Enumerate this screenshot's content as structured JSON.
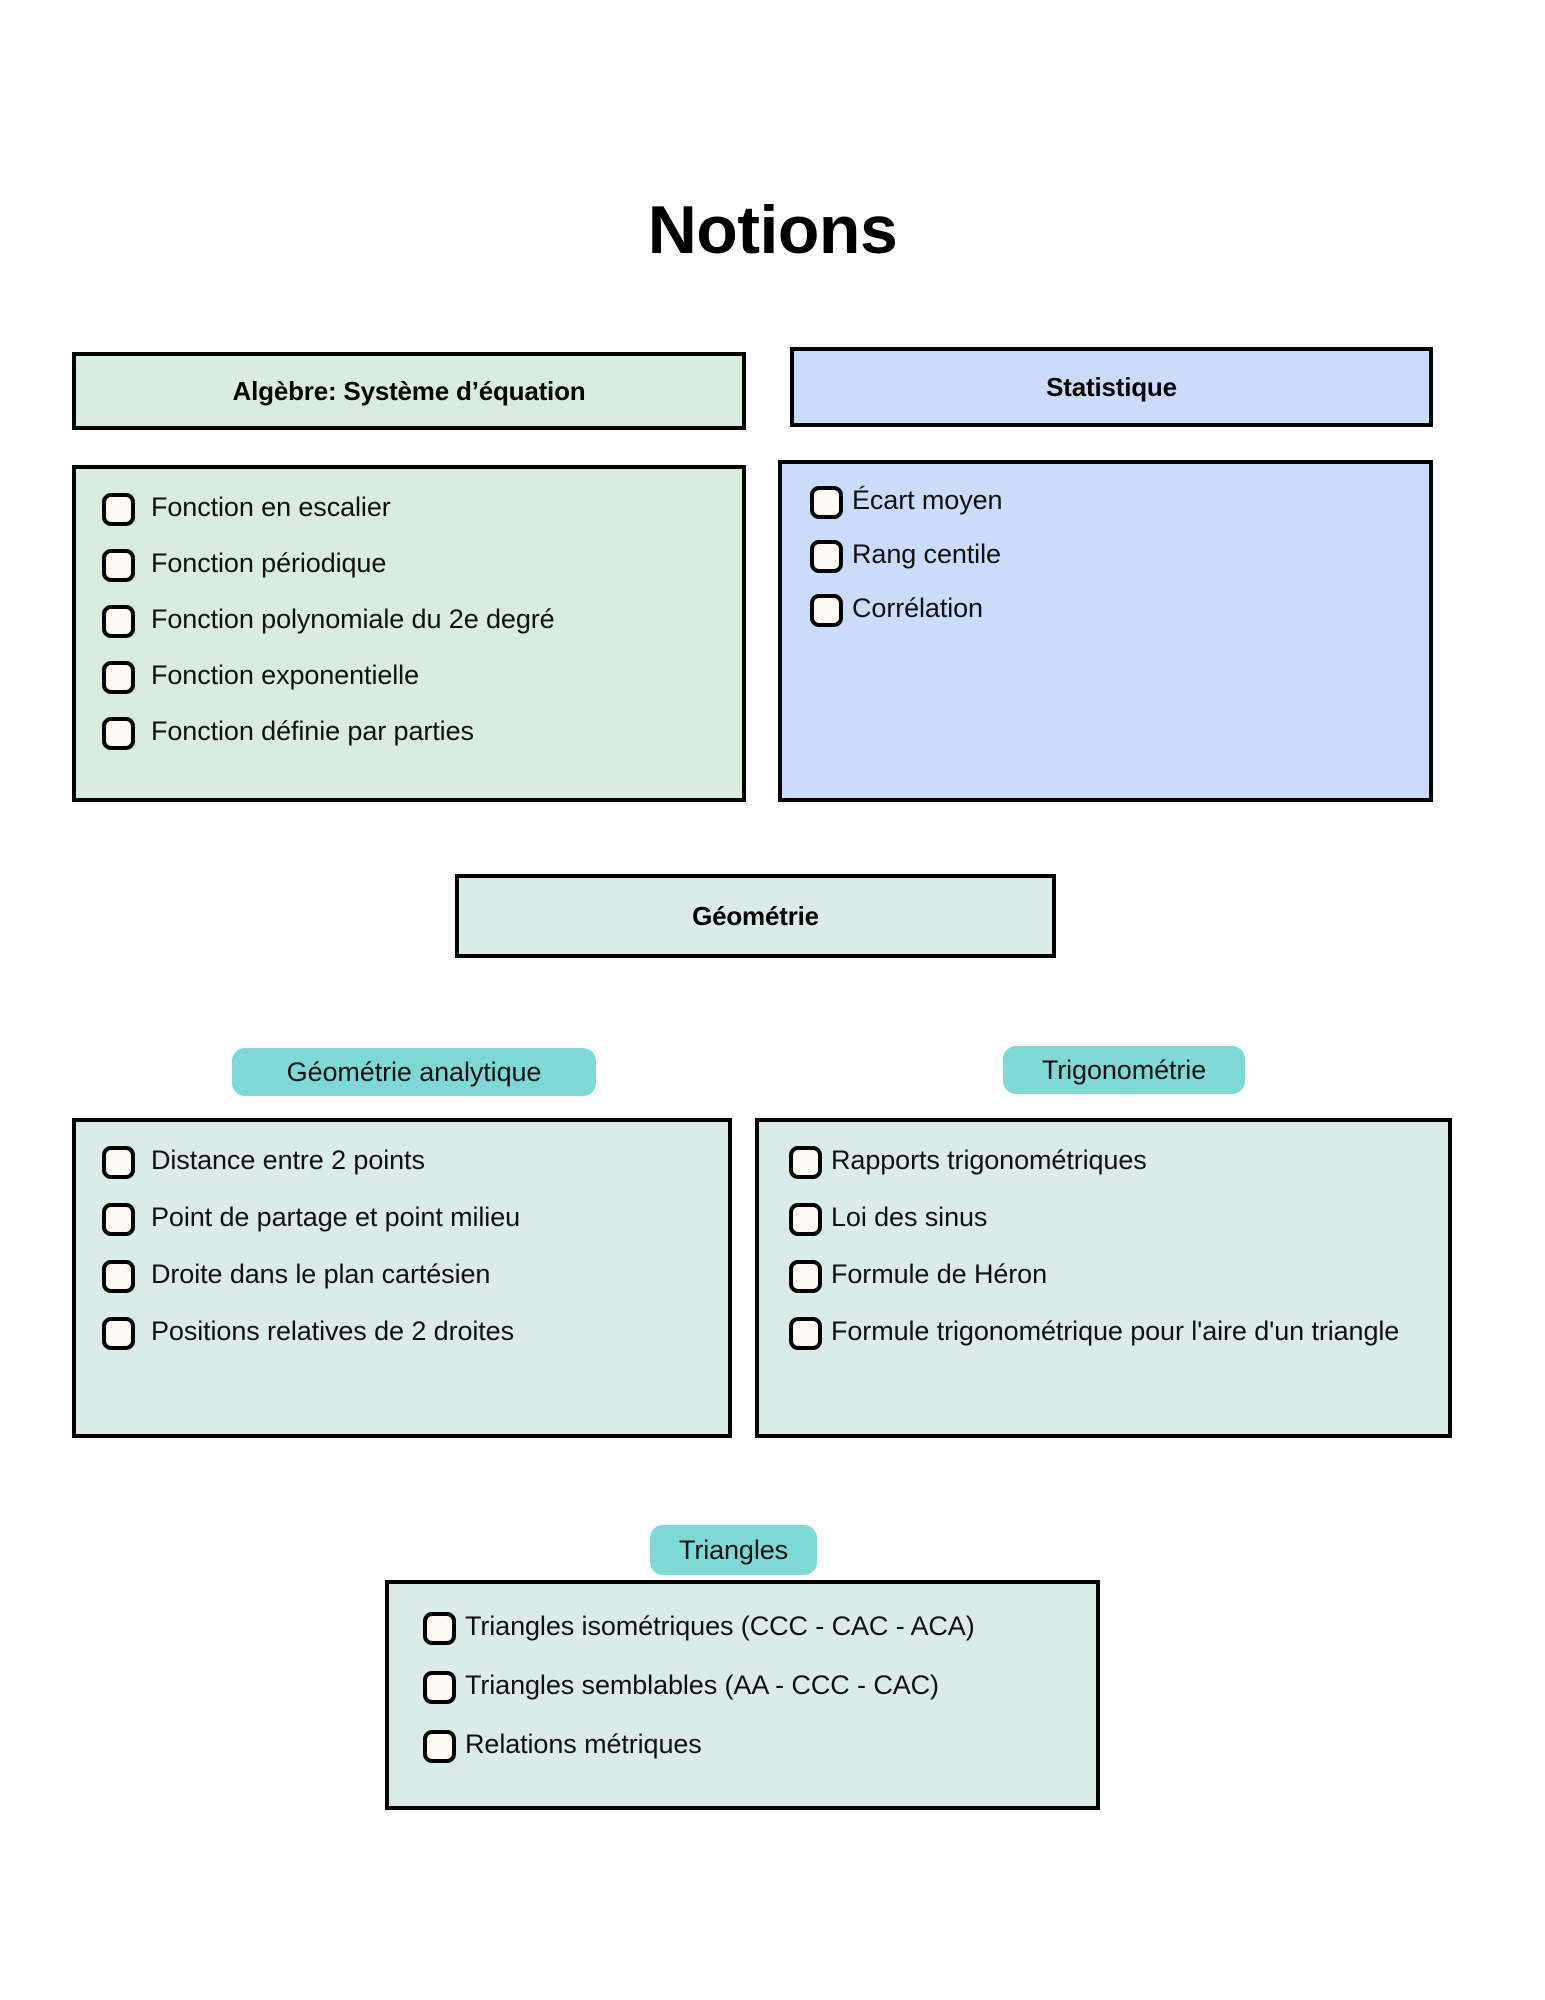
{
  "page": {
    "title": "Notions"
  },
  "sections": {
    "algebre": {
      "header": "Algèbre: Système d’équation",
      "items": [
        "Fonction en escalier",
        "Fonction périodique",
        "Fonction polynomiale du 2e degré",
        "Fonction exponentielle",
        "Fonction définie par parties"
      ],
      "color": "#D9EDDF"
    },
    "statistique": {
      "header": "Statistique",
      "items": [
        "Écart moyen",
        "Rang centile",
        "Corrélation"
      ],
      "color": "#CADCFA"
    },
    "geometrie": {
      "header": "Géométrie",
      "color": "#DBEBEA"
    },
    "geometrie_analytique": {
      "pill": "Géométrie analytique",
      "items": [
        "Distance entre 2 points",
        "Point de partage et point milieu",
        "Droite dans le plan cartésien",
        "Positions relatives de 2 droites"
      ],
      "color": "#DBEBEA",
      "pill_color": "#7DD9D6"
    },
    "trigonometrie": {
      "pill": "Trigonométrie",
      "items": [
        "Rapports trigonométriques",
        "Loi des sinus",
        "Formule de Héron",
        "Formule trigonométrique pour l'aire d'un triangle"
      ],
      "color": "#DBEBEA",
      "pill_color": "#7DD9D6"
    },
    "triangles": {
      "pill": "Triangles",
      "items": [
        "Triangles isométriques (CCC - CAC - ACA)",
        "Triangles semblables (AA - CCC - CAC)",
        "Relations métriques"
      ],
      "color": "#DBEBEA",
      "pill_color": "#7DD9D6"
    }
  },
  "checkbox": {
    "fill": "#FDFAF4",
    "border": "#000000",
    "state": "unchecked"
  }
}
